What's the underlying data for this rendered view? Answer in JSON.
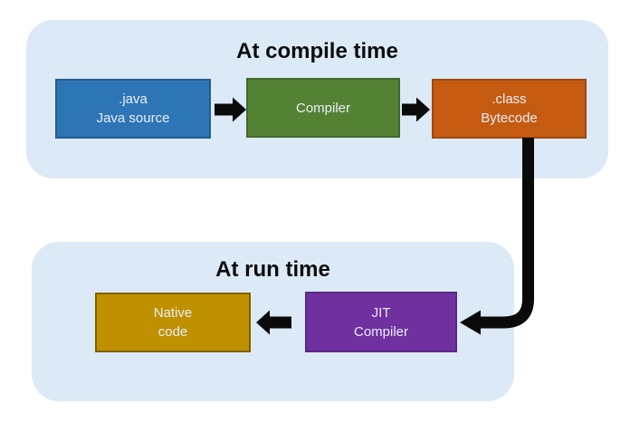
{
  "diagram": {
    "background_color": "#ffffff",
    "panel_color": "#dce9f6",
    "arrow_color": "#0a0a0a",
    "compile_section": {
      "title": "At compile time",
      "boxes": [
        {
          "name": "java-source",
          "line1": ".java",
          "line2": "Java source",
          "fill": "#2e75b6",
          "border": "#255e91"
        },
        {
          "name": "compiler",
          "line1": "Compiler",
          "line2": "",
          "fill": "#548235",
          "border": "#44682b"
        },
        {
          "name": "bytecode",
          "line1": ".class",
          "line2": "Bytecode",
          "fill": "#c55a11",
          "border": "#9c4a14"
        }
      ]
    },
    "runtime_section": {
      "title": "At run time",
      "boxes": [
        {
          "name": "native-code",
          "line1": "Native",
          "line2": "code",
          "fill": "#bf9000",
          "border": "#7f6000"
        },
        {
          "name": "jit-compiler",
          "line1": "JIT",
          "line2": "Compiler",
          "fill": "#7030a0",
          "border": "#5b2784"
        }
      ]
    }
  }
}
